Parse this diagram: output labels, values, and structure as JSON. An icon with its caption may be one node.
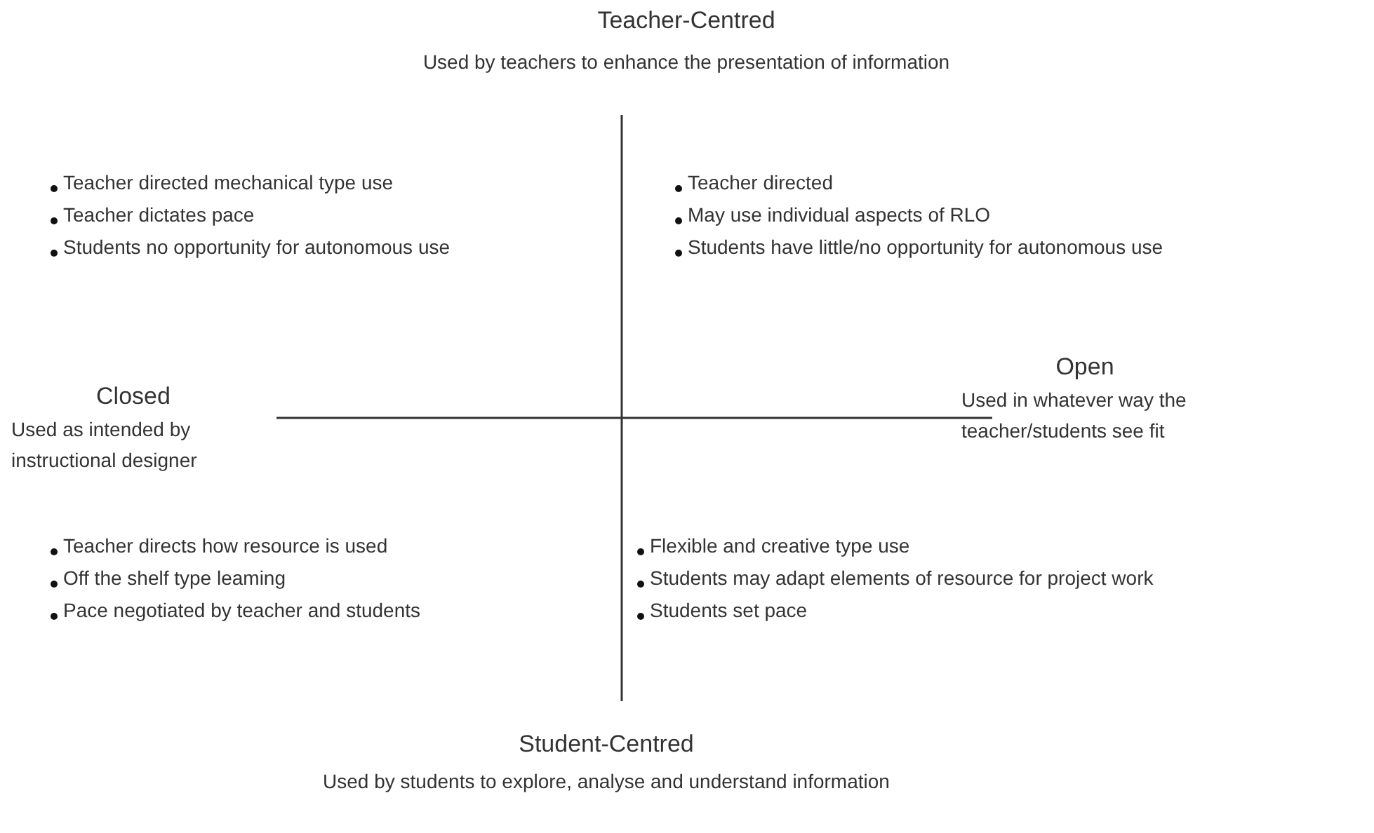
{
  "diagram": {
    "labels": [
      "Teacher-Centred",
      "Used by teachers to enhance the presentation of information",
      "Teacher directed mechanical type use",
      "Teacher dictates pace",
      "Students no opportunity for autonomous use",
      "Teacher directed",
      "May use individual aspects of RLO",
      "Students have little/no opportunity for autonomous use",
      "Closed",
      "Used as intended by instructional designer",
      "Open",
      "Used in whatever way the teacher/students see fit",
      "Teacher directs how resource is used",
      "Off the shelf type leaming",
      "Pace negotiated by teacher and students",
      "Flexible and creative type use",
      "Students may adapt elements of resource for project work",
      "Students set pace",
      "Student-Centred",
      "Used by students to explore, analyse and understand information"
    ]
  }
}
